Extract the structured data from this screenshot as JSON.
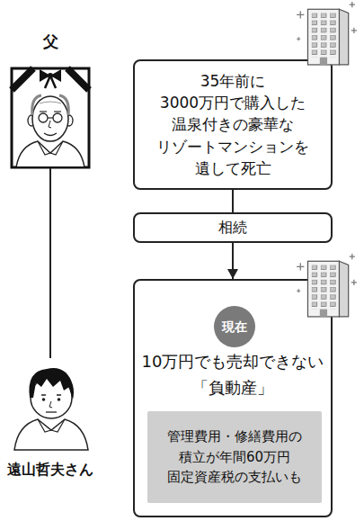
{
  "diagram": {
    "nodes": [
      {
        "text": [
          "父"
        ]
      },
      {
        "text": [
          "35年前に 3000万円で購入した 温泉付きの豪華な リゾートマンションを 遺して死亡"
        ]
      },
      {
        "text": [
          "相続"
        ]
      },
      {
        "text": [
          "10万円でも売却できない 「負動産」"
        ]
      },
      {
        "text": [
          "現在"
        ],
        "in": 3
      },
      {
        "text": [
          "管理費用・修繕費用の 積立が年間60万円 固定資産税の支払いも"
        ],
        "in": 3
      },
      {
        "text": [
          "遠山哲夫さん"
        ]
      }
    ],
    "edges": [
      {
        "from": 0,
        "to": 6,
        "arrow": "none"
      },
      {
        "from": 1,
        "to": 2,
        "arrow": "none"
      },
      {
        "from": 2,
        "to": 3,
        "arrow": "to"
      }
    ]
  }
}
